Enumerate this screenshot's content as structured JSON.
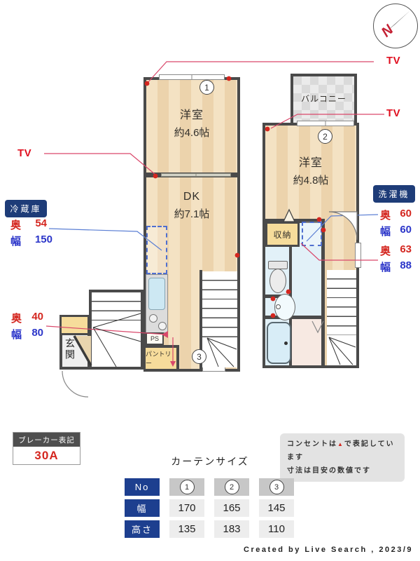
{
  "compass": {
    "letter": "N"
  },
  "plan1": {
    "room1_name": "洋室",
    "room1_size": "約4.6帖",
    "dk_name": "DK",
    "dk_size": "約7.1帖",
    "pantry": "パントリー",
    "ps": "PS",
    "genkan": "玄関",
    "marker1": "1",
    "marker3": "3"
  },
  "plan2": {
    "balcony": "バルコニー",
    "room_name": "洋室",
    "room_size": "約4.8帖",
    "storage": "収納",
    "marker2": "2"
  },
  "labels": {
    "tv_top": "TV",
    "tv_right": "TV",
    "tv_left": "TV",
    "fridge_title": "冷蔵庫",
    "fridge_depth_key": "奥",
    "fridge_depth_val": "54",
    "fridge_width_key": "幅",
    "fridge_width_val": "150",
    "shoe_depth_key": "奥",
    "shoe_depth_val": "40",
    "shoe_width_key": "幅",
    "shoe_width_val": "80",
    "washer_title": "洗濯機",
    "washer1_depth_key": "奥",
    "washer1_depth_val": "60",
    "washer1_width_key": "幅",
    "washer1_width_val": "60",
    "washer2_depth_key": "奥",
    "washer2_depth_val": "63",
    "washer2_width_key": "幅",
    "washer2_width_val": "88"
  },
  "breaker": {
    "title": "ブレーカー表記",
    "value": "30A"
  },
  "note": {
    "line1_pre": "コンセントは",
    "line1_symbol": "▲",
    "line1_post": "で表記しています",
    "line2": "寸法は目安の数値です"
  },
  "curtain": {
    "title": "カーテンサイズ",
    "header_no": "No",
    "header_width": "幅",
    "header_height": "高さ",
    "no1": "1",
    "no2": "2",
    "no3": "3",
    "w1": "170",
    "w2": "165",
    "w3": "145",
    "h1": "135",
    "h2": "183",
    "h3": "110"
  },
  "credit": "Created by Live Search , 2023/9"
}
